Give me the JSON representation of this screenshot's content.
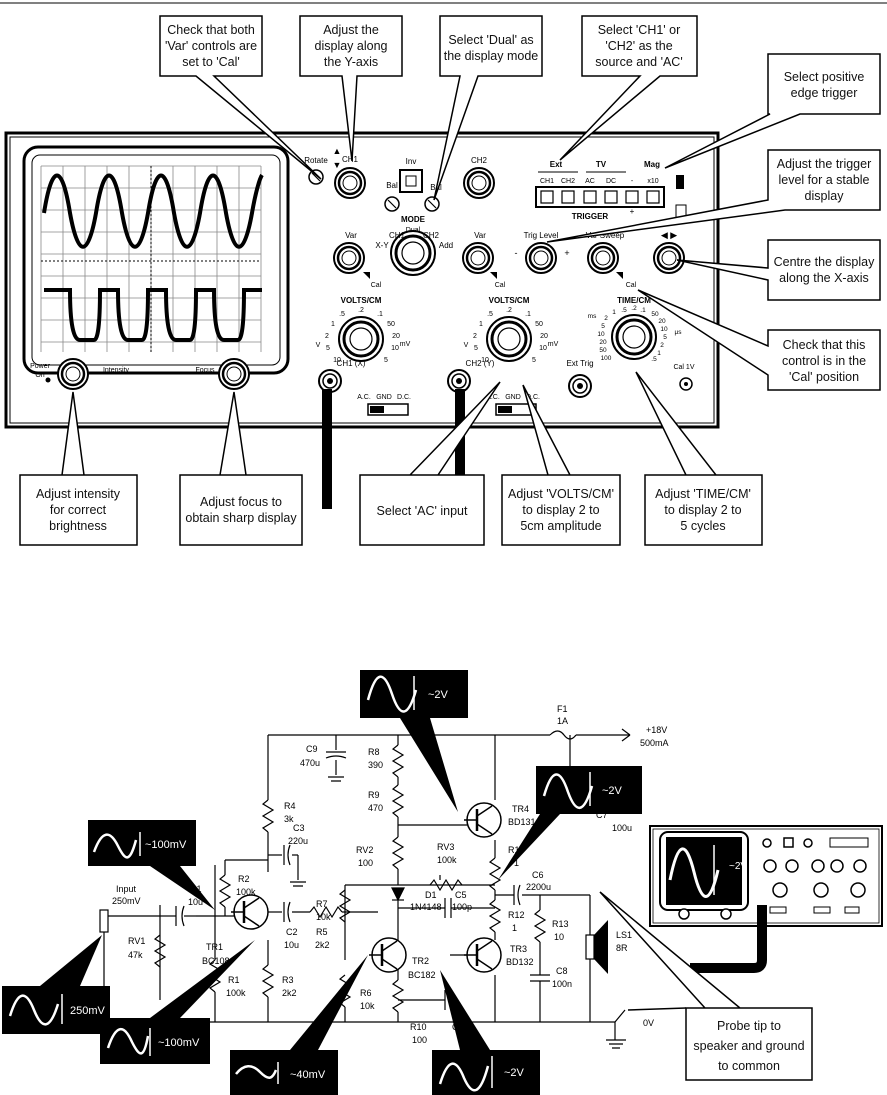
{
  "scope": {
    "controls": {
      "rotate": "Rotate",
      "ch1_pos": "CH1",
      "inv": "Inv",
      "bal1": "Bal",
      "bal2": "Bal",
      "mode": "MODE",
      "mode_dual": "Dual",
      "ch2_pos": "CH2",
      "xy": "X-Y",
      "mode_ch1": "CH1",
      "mode_ch2": "CH2",
      "add": "Add",
      "var1": "Var",
      "var2": "Var",
      "cal1": "Cal",
      "cal2": "Cal",
      "cal3": "Cal",
      "volts1": "VOLTS/CM",
      "volts2": "VOLTS/CM",
      "v1_ticks": [
        ".5",
        ".2",
        ".1",
        "1",
        "50",
        "2",
        "20",
        "5",
        "10",
        "V",
        "mV",
        "10",
        "5"
      ],
      "v2_ticks": [
        ".5",
        ".2",
        ".1",
        "1",
        "50",
        "2",
        "20",
        "5",
        "10",
        "V",
        "mV",
        "10",
        "5"
      ],
      "ch1_input": "CH1 (X)",
      "ch2_input": "CH2 (Y)",
      "ac1": "A.C.",
      "gnd1": "GND",
      "dc1": "D.C.",
      "ac2": "A.C.",
      "gnd2": "GND",
      "dc2": "D.C.",
      "ext": "Ext",
      "tv": "TV",
      "mag": "Mag",
      "trig_row": [
        "CH1",
        "CH2",
        "AC",
        "DC",
        "-",
        "x10"
      ],
      "trigger": "TRIGGER",
      "plus": "+",
      "trig_level": "Trig Level",
      "var_sweep": "Var Sweep",
      "time_cm": "TIME/CM",
      "t_ticks": [
        ".5",
        ".2",
        ".1",
        "1",
        "50",
        "2",
        "20",
        "5",
        "10",
        "ms",
        "μs",
        "10",
        "5",
        "20",
        "2",
        "50",
        "1",
        "100",
        ".5"
      ],
      "ext_trig": "Ext Trig",
      "cal_1v": "Cal 1V",
      "power": "Power",
      "on": "On",
      "intensity": "Intensity",
      "focus": "Focus",
      "trig_minus": "-",
      "trig_plus": "+"
    },
    "callouts": {
      "var_cal": [
        "Check that both",
        "'Var' controls are",
        "set to 'Cal'"
      ],
      "y_axis": [
        "Adjust the",
        "display along",
        "the Y-axis"
      ],
      "dual": [
        "Select 'Dual' as",
        "the display mode"
      ],
      "source": [
        "Select 'CH1' or",
        "'CH2' as the",
        "source and 'AC'"
      ],
      "pos_edge": [
        "Select positive",
        "edge trigger"
      ],
      "trig_level": [
        "Adjust the trigger",
        "level for a stable",
        "display"
      ],
      "x_axis": [
        "Centre the display",
        "along the X-axis"
      ],
      "cal_pos": [
        "Check that this",
        "control is in the",
        "'Cal' position"
      ],
      "intensity": [
        "Adjust intensity",
        "for correct",
        "brightness"
      ],
      "focus": [
        "Adjust focus to",
        "obtain sharp display"
      ],
      "ac_input": [
        "Select 'AC' input"
      ],
      "volts": [
        "Adjust 'VOLTS/CM'",
        "to display 2 to",
        "5cm amplitude"
      ],
      "time": [
        "Adjust 'TIME/CM'",
        "to display 2 to",
        "5 cycles"
      ]
    }
  },
  "circuit": {
    "labels": {
      "c9": "C9",
      "c9v": "470u",
      "r8": "R8",
      "r8v": "390",
      "r9": "R9",
      "r9v": "470",
      "r4": "R4",
      "r4v": "3k",
      "c3": "C3",
      "c3v": "220u",
      "r2": "R2",
      "r2v": "100k",
      "c1": "C1",
      "c1v": "10u",
      "input": "Input",
      "input_v": "250mV",
      "rv1": "RV1",
      "rv1v": "47k",
      "tr1": "TR1",
      "tr1v": "BC108",
      "c2": "C2",
      "c2v": "10u",
      "r5": "R5",
      "r5v": "2k2",
      "r1": "R1",
      "r1v": "100k",
      "r3": "R3",
      "r3v": "2k2",
      "r7": "R7",
      "r7v": "10k",
      "rv2": "RV2",
      "rv2v": "100",
      "rv3": "RV3",
      "rv3v": "100k",
      "d1": "D1",
      "d1v": "1N4148",
      "c5": "C5",
      "c5v": "100p",
      "tr2": "TR2",
      "tr2v": "BC182",
      "r6": "R6",
      "r6v": "10k",
      "r10": "R10",
      "r10v": "100",
      "c4": "C4",
      "tr4": "TR4",
      "tr4v": "BD131",
      "c7": "C7",
      "c7v": "100u",
      "r11": "R11",
      "r11v": "1",
      "c6": "C6",
      "c6v": "2200u",
      "r12": "R12",
      "r12v": "1",
      "tr3": "TR3",
      "tr3v": "BD132",
      "r13": "R13",
      "r13v": "10",
      "c8": "C8",
      "c8v": "100n",
      "ls1": "LS1",
      "ls1v": "8R",
      "f1": "F1",
      "f1v": "1A",
      "supply": "+18V",
      "supply_i": "500mA",
      "zero": "0V"
    },
    "probes": {
      "tr4_in": "~2V",
      "tr4_out": "~2V",
      "tr1_in": "~100mV",
      "input": "250mV",
      "tr1_base": "~100mV",
      "tr2_base": "~40mV",
      "tr2_col": "~2V",
      "mini_scope": "~2V"
    },
    "probe_note": [
      "Probe tip to",
      "speaker and ground",
      "to common"
    ]
  }
}
